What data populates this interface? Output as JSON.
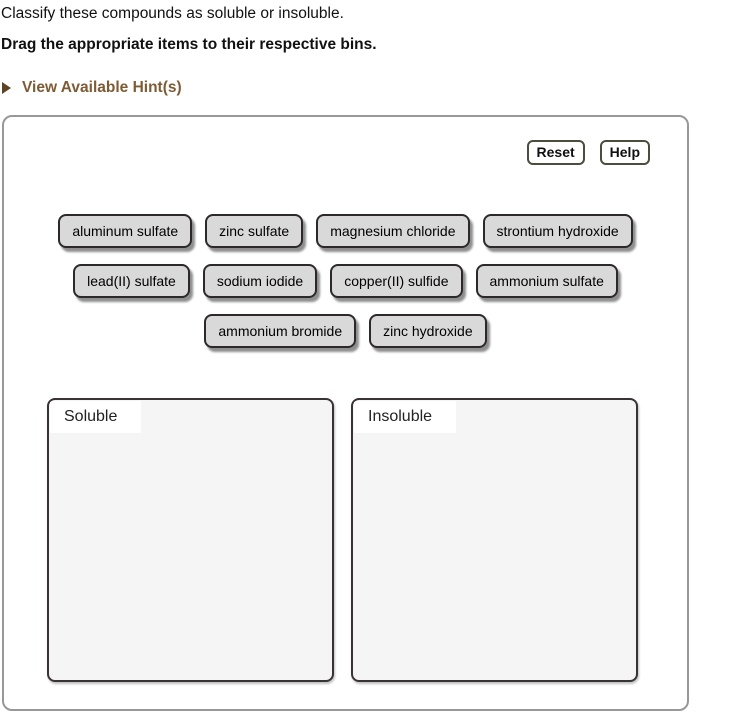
{
  "instructions": {
    "line1": "Classify these compounds as soluble or insoluble.",
    "line2": "Drag the appropriate items to their respective bins."
  },
  "hint": {
    "label": "View Available Hint(s)"
  },
  "toolbar": {
    "reset_label": "Reset",
    "help_label": "Help"
  },
  "chips": {
    "rows": [
      [
        "aluminum sulfate",
        "zinc sulfate",
        "magnesium chloride",
        "strontium hydroxide"
      ],
      [
        "lead(II) sulfate",
        "sodium iodide",
        "copper(II) sulfide",
        "ammonium sulfate"
      ],
      [
        "ammonium bromide",
        "zinc hydroxide"
      ]
    ]
  },
  "bins": [
    {
      "label": "Soluble",
      "items": []
    },
    {
      "label": "Insoluble",
      "items": []
    }
  ],
  "colors": {
    "text": "#111111",
    "hint_text": "#7d5c35",
    "hint_arrow": "#5e4423",
    "chip_bg": "#d9d9d9",
    "chip_border": "#2d292a",
    "bin_bg": "#f5f5f5",
    "bin_border": "#3a3335",
    "panel_border": "#989898",
    "button_border": "#4c4c3e"
  }
}
